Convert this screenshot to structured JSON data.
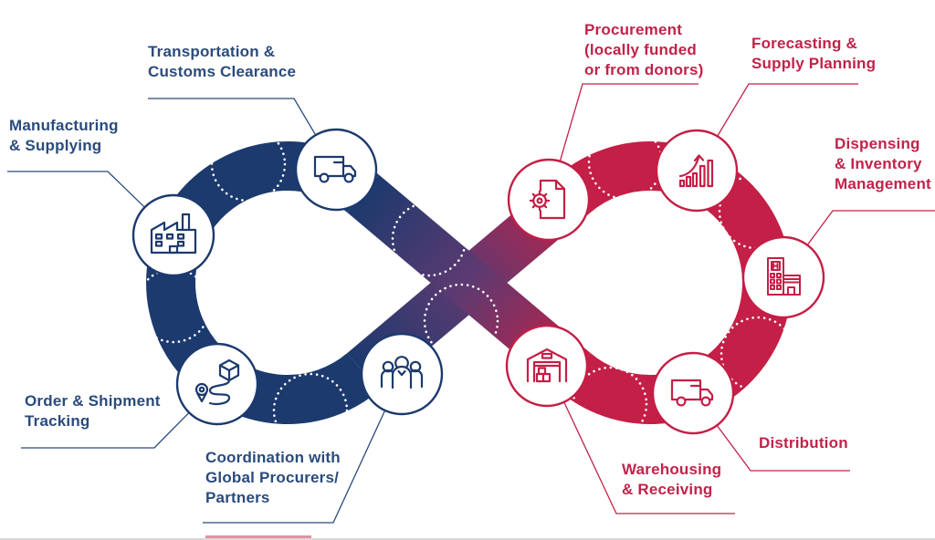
{
  "diagram": {
    "type": "supply-chain-infinity-loop",
    "colors": {
      "navy_band": "#1c3a6e",
      "red_band": "#c41f46",
      "purple_blend": "#5e3a71",
      "navy_text": "#2a4b7c",
      "red_text": "#c02349",
      "node_fill": "#ffffff"
    },
    "nodes": [
      {
        "name": "manufacturing-supplying",
        "label": "Manufacturing\n& Supplying",
        "icon": "factory-icon",
        "side": "blue"
      },
      {
        "name": "transportation-customs",
        "label": "Transportation &\nCustoms Clearance",
        "icon": "truck-icon",
        "side": "blue"
      },
      {
        "name": "order-shipment-tracking",
        "label": "Order & Shipment\nTracking",
        "icon": "package-route-icon",
        "side": "blue"
      },
      {
        "name": "coordination-global-partners",
        "label": "Coordination with\nGlobal Procurers/\nPartners",
        "icon": "team-icon",
        "side": "blue"
      },
      {
        "name": "procurement",
        "label": "Procurement\n(locally funded\nor from donors)",
        "icon": "document-gear-icon",
        "side": "red"
      },
      {
        "name": "forecasting-supply-planning",
        "label": "Forecasting &\nSupply Planning",
        "icon": "growth-chart-icon",
        "side": "red"
      },
      {
        "name": "dispensing-inventory",
        "label": "Dispensing\n& Inventory\nManagement",
        "icon": "hospital-icon",
        "side": "red"
      },
      {
        "name": "distribution",
        "label": "Distribution",
        "icon": "delivery-truck-icon",
        "side": "red"
      },
      {
        "name": "warehousing-receiving",
        "label": "Warehousing\n& Receiving",
        "icon": "warehouse-icon",
        "side": "red"
      }
    ]
  }
}
